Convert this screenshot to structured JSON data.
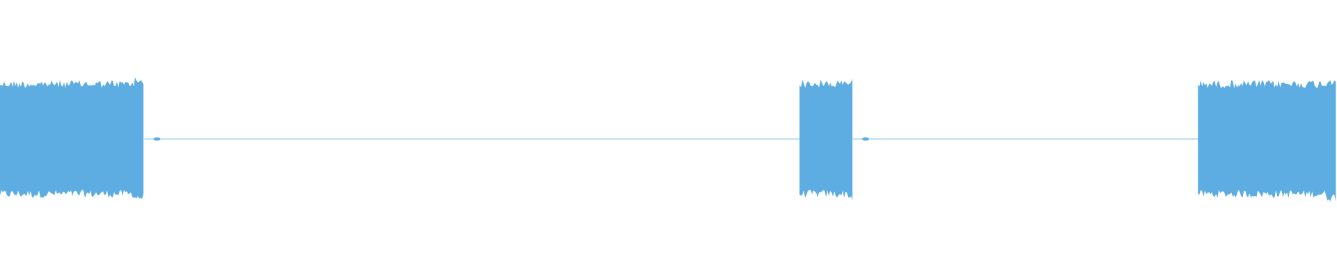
{
  "waveform": {
    "color": "#5dade2",
    "segments": [
      {
        "kind": "signal",
        "start": 0.0,
        "end": 0.108,
        "amplitude": 0.66
      },
      {
        "kind": "silence",
        "start": 0.108,
        "end": 0.598,
        "amplitude": 0.01
      },
      {
        "kind": "signal",
        "start": 0.598,
        "end": 0.638,
        "amplitude": 0.66
      },
      {
        "kind": "silence",
        "start": 0.638,
        "end": 0.896,
        "amplitude": 0.01
      },
      {
        "kind": "signal",
        "start": 0.896,
        "end": 1.0,
        "amplitude": 0.66
      }
    ]
  }
}
